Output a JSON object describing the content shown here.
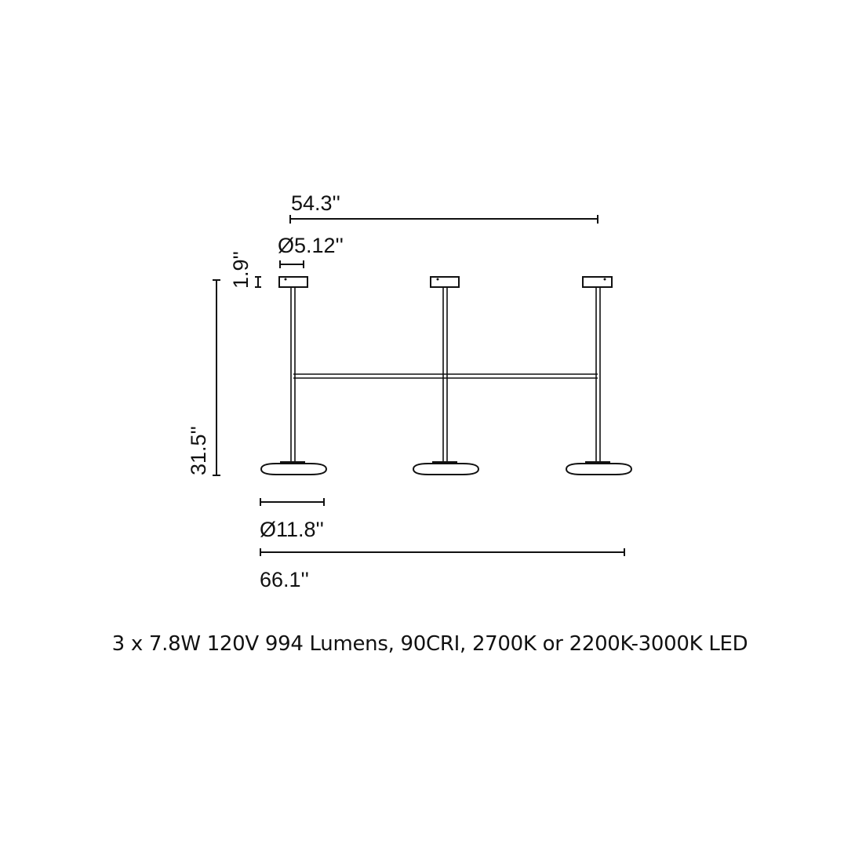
{
  "dimensions": {
    "canopy_spacing": "54.3''",
    "canopy_diameter": "Ø5.12''",
    "canopy_height": "1.9''",
    "overall_height": "31.5''",
    "shade_diameter": "Ø11.8''",
    "overall_length": "66.1''"
  },
  "fixture": {
    "pendant_count": 3,
    "pendant_x": [
      374,
      567,
      762
    ]
  },
  "spec_text": "3 x 7.8W 120V 994 Lumens, 90CRI, 2700K or 2200K-3000K LED",
  "colors": {
    "line": "#111111",
    "background": "#ffffff"
  }
}
